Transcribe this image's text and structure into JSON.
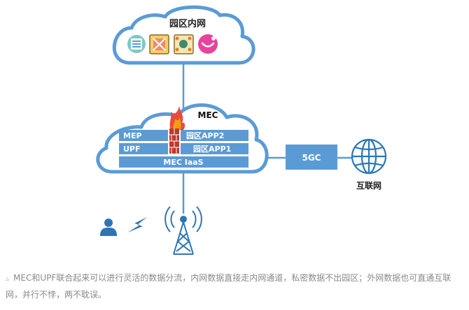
{
  "campus_cloud": {
    "title": "园区内网"
  },
  "mec": {
    "title": "MEC",
    "mep_label": "MEP",
    "upf_label": "UPF",
    "app2_label": "园区APP2",
    "app1_label": "园区APP1",
    "iaas_label": "MEC IaaS"
  },
  "core": {
    "label": "5GC"
  },
  "internet": {
    "label": "互联网"
  },
  "caption": {
    "marker": "▵",
    "text": "MEC和UPF联合起来可以进行灵活的数据分流，内网数据直接走内网通道，私密数据不出园区；外网数据也可直通互联网，并行不悖，两不耽误。"
  },
  "colors": {
    "line": "#5b9bd5",
    "box": "#5b9bd5",
    "firewall": "#c0392b",
    "icon_dark": "#2e75b6"
  }
}
